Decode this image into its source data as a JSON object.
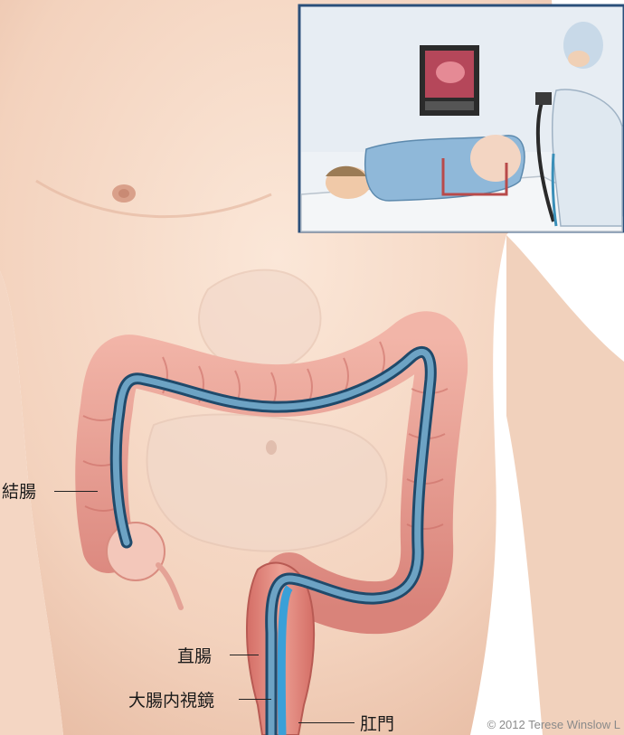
{
  "labels": {
    "colon": "結腸",
    "rectum": "直腸",
    "colonoscope": "大腸内視鏡",
    "anus": "肛門"
  },
  "copyright": "© 2012 Terese Winslow L",
  "colors": {
    "skin": "#f6dccb",
    "colon": "#e89a90",
    "colon_dark": "#c96a63",
    "scope": "#4a7fa0",
    "inset_bg": "#eef2f6",
    "inset_border": "#2a4f7a"
  },
  "inset": {
    "description_icons": [
      "monitor-icon",
      "patient-figure",
      "doctor-figure"
    ]
  }
}
